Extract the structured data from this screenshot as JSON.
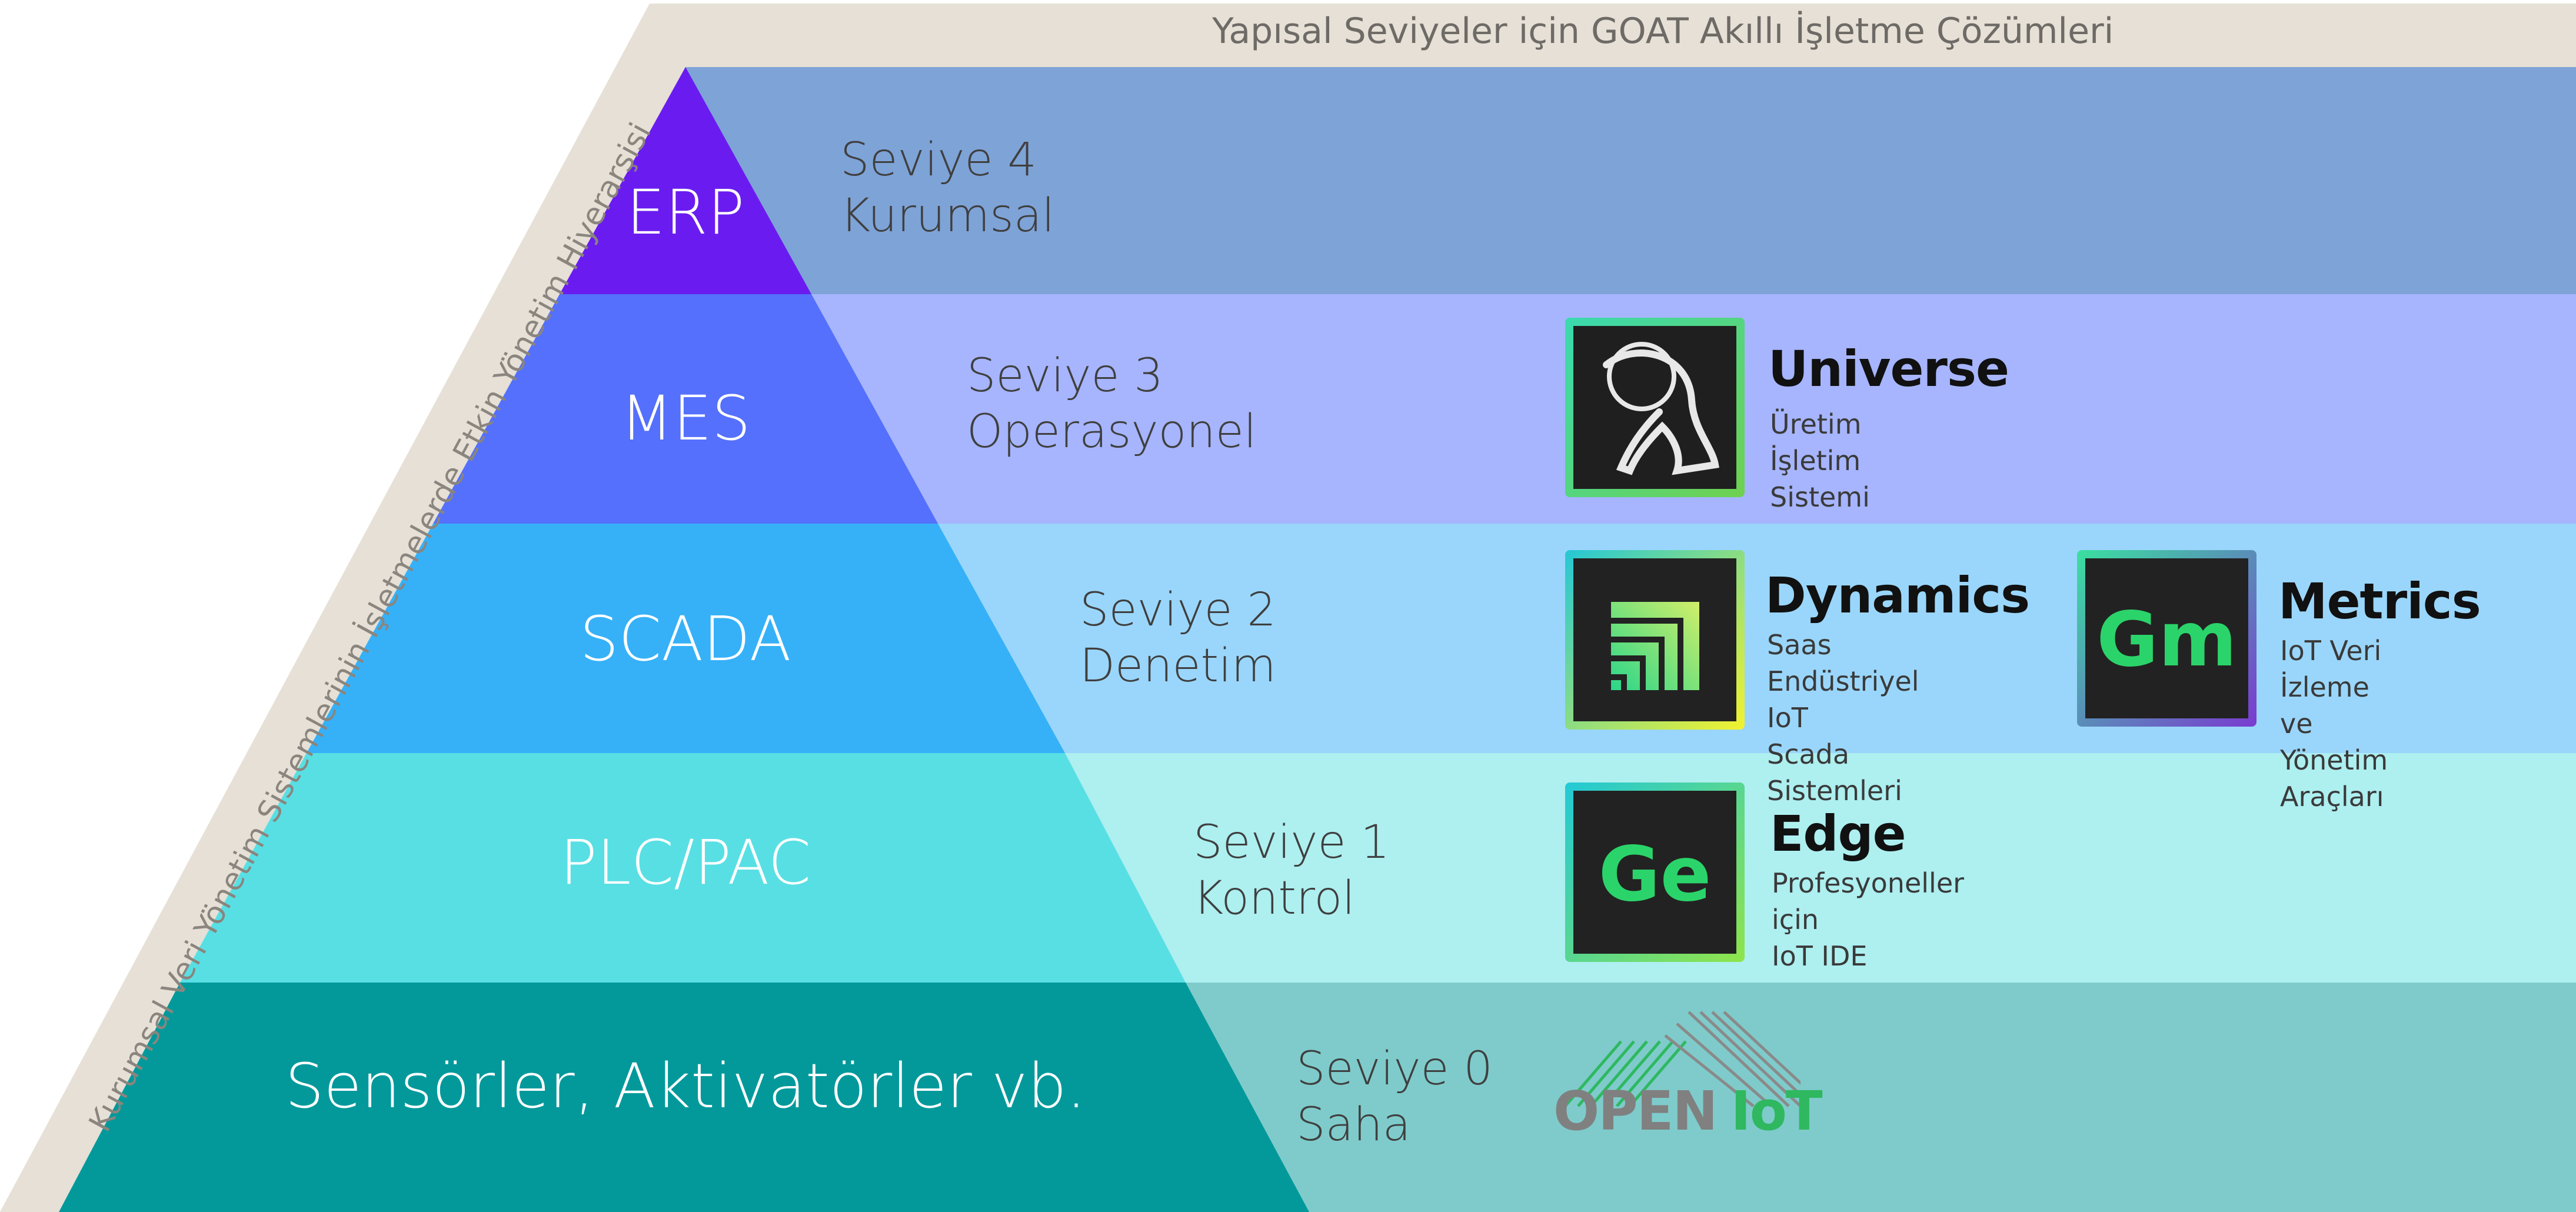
{
  "header": {
    "title": "Yapısal Seviyeler için GOAT Akıllı İşletme Çözümleri"
  },
  "side_label": "Kurumsal Veri Yönetim Sistemlerinin İşletmelerde Etkin Yönetim Hiyerarşisi",
  "pyramid": [
    "ERP",
    "MES",
    "SCADA",
    "PLC/PAC",
    "Sensörler, Aktivatörler vb."
  ],
  "levels": [
    {
      "name": "Seviye 4",
      "desc": "Kurumsal"
    },
    {
      "name": "Seviye 3",
      "desc": "Operasyonel"
    },
    {
      "name": "Seviye 2",
      "desc": "Denetim"
    },
    {
      "name": "Seviye 1",
      "desc": "Kontrol"
    },
    {
      "name": "Seviye 0",
      "desc": "Saha"
    }
  ],
  "products": {
    "universe": {
      "title": "Universe",
      "subtitle": "Üretim İşletim Sistemi"
    },
    "dynamics": {
      "title": "Dynamics",
      "subtitle": "Saas Endüstriyel IoT\nScada Sistemleri"
    },
    "metrics": {
      "title": "Metrics",
      "subtitle": "IoT Veri İzleme ve\nYönetim Araçları",
      "logo": "Gm"
    },
    "edge": {
      "title": "Edge",
      "subtitle": "Profesyoneller için\nIoT IDE",
      "logo": "Ge"
    },
    "openiot": {
      "word1": "OPEN",
      "word2": "IoT"
    }
  },
  "colors": {
    "band4": "#7ea3d7",
    "band3": "#a6b5fd",
    "band2": "#9ad6fb",
    "band1": "#aeeff0",
    "band0": "#7fcbcb",
    "pyr4": "#6a1cf0",
    "pyr3": "#5470fc",
    "pyr2": "#36b1f8",
    "pyr1": "#58dfe4",
    "pyr0": "#03999b",
    "frame": "#e6e0d6",
    "logo_green": "#2bd46a"
  }
}
